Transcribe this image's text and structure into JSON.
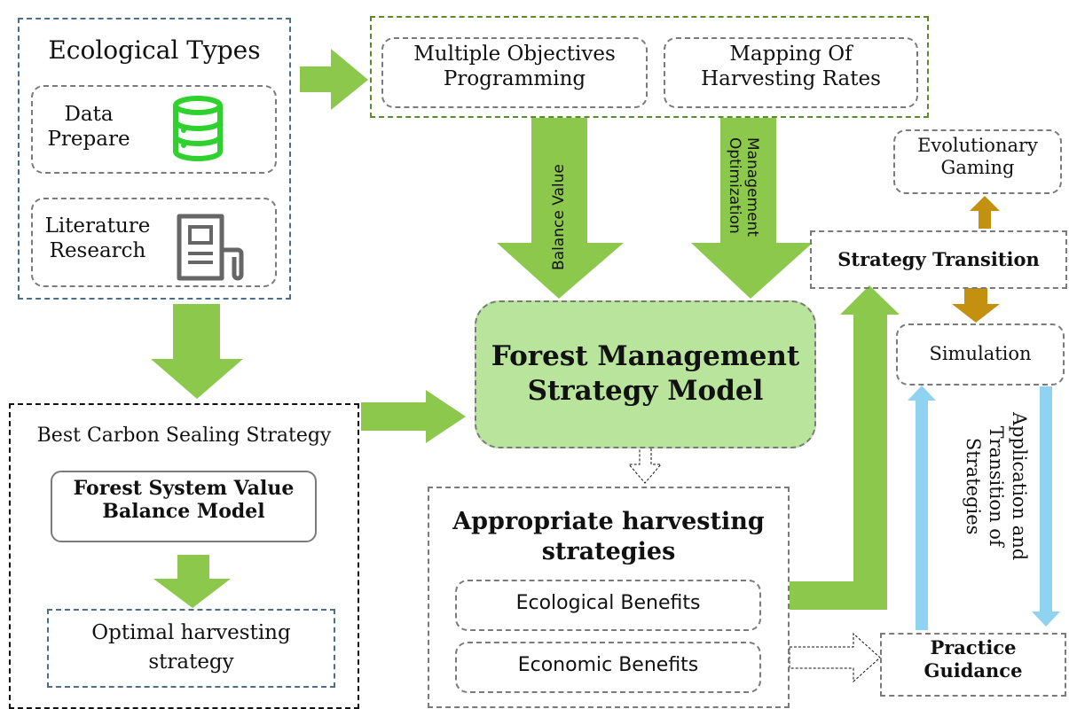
{
  "ecological_types": {
    "title": "Ecological Types",
    "data_prepare_line1": "Data",
    "data_prepare_line2": "Prepare",
    "literature_line1": "Literature",
    "literature_line2": "Research"
  },
  "top_group": {
    "multiple_line1": "Multiple Objectives",
    "multiple_line2": "Programming",
    "mapping_line1": "Mapping Of",
    "mapping_line2": "Harvesting Rates"
  },
  "arrows": {
    "balance_value": "Balance Value",
    "management_line1": "Management",
    "management_line2": "Optimization",
    "application_line1": "Application and",
    "application_line2": "Transition of",
    "application_line3": "Strategies"
  },
  "center_model": {
    "line1": "Forest Management",
    "line2": "Strategy Model"
  },
  "carbon_group": {
    "title": "Best Carbon Sealing Strategy",
    "balance_model_line1": "Forest System Value",
    "balance_model_line2": "Balance Model",
    "optimal_line1": "Optimal harvesting",
    "optimal_line2": "strategy"
  },
  "harvesting_group": {
    "title_line1": "Appropriate harvesting",
    "title_line2": "strategies",
    "ecological_benefits": "Ecological Benefits",
    "economic_benefits": "Economic Benefits"
  },
  "right_column": {
    "evolutionary_line1": "Evolutionary",
    "evolutionary_line2": "Gaming",
    "strategy_transition": "Strategy Transition",
    "simulation": "Simulation",
    "practice_line1": "Practice",
    "practice_line2": "Guidance"
  },
  "icons": [
    "database-icon",
    "newspaper-icon"
  ],
  "colors": {
    "arrow_green": "#8cc84b",
    "model_fill": "#b9e49c",
    "database_green": "#2fd12f",
    "arrow_gold": "#c4900f",
    "arrow_blue": "#8fd3f0"
  }
}
